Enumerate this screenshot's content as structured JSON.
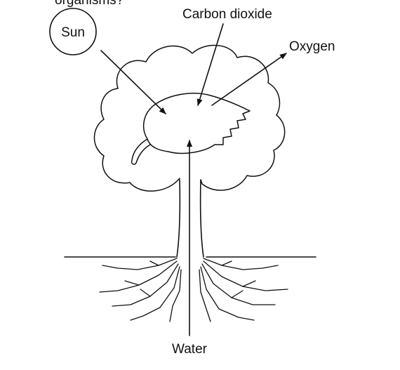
{
  "top_text": "organisms?",
  "labels": {
    "sun": "Sun",
    "carbon_dioxide": "Carbon dioxide",
    "oxygen": "Oxygen",
    "water": "Water"
  }
}
